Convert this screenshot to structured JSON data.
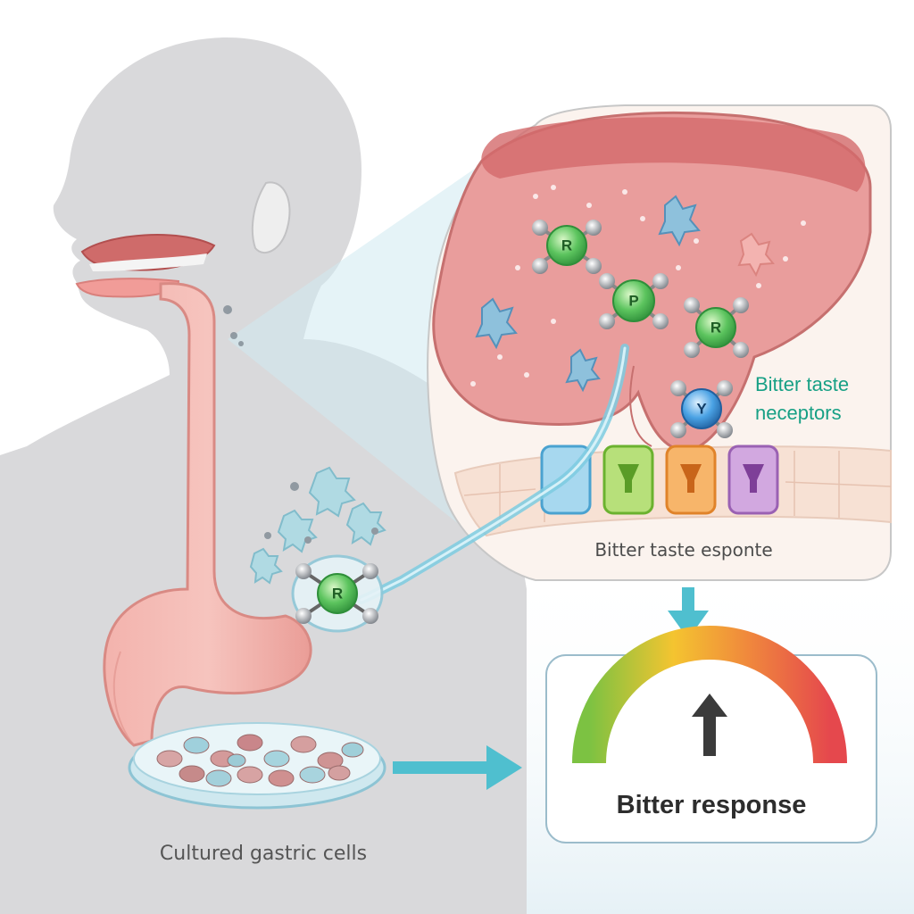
{
  "labels": {
    "receptors_line1": "Bitter taste",
    "receptors_line2": "neceptors",
    "taste_response": "Bitter taste esponte",
    "gauge_title": "Bitter response",
    "dish_caption": "Cultured gastric cells"
  },
  "molecule_letters": {
    "r1": "R",
    "r2": "P",
    "r3": "R",
    "r4": "Y",
    "gut": "R"
  },
  "gauge": {
    "level": 0.5
  },
  "colors": {
    "head": "#d7d7d9",
    "tissue": "#f0a7a0",
    "tongue": "#e59a98",
    "receptor_green": "#3fb24f",
    "receptor_blue": "#3a8fd6",
    "arrow_teal": "#4fbfcf",
    "label_teal": "#17a085",
    "gauge_green": "#7cc242",
    "gauge_yellow": "#f4c430",
    "gauge_orange": "#f08a3c",
    "gauge_red": "#e5484d"
  },
  "icons": {
    "gauge_pointer": "up-arrow-icon",
    "flow_arrows": "right-arrow-icon",
    "down_arrow": "down-arrow-icon"
  }
}
